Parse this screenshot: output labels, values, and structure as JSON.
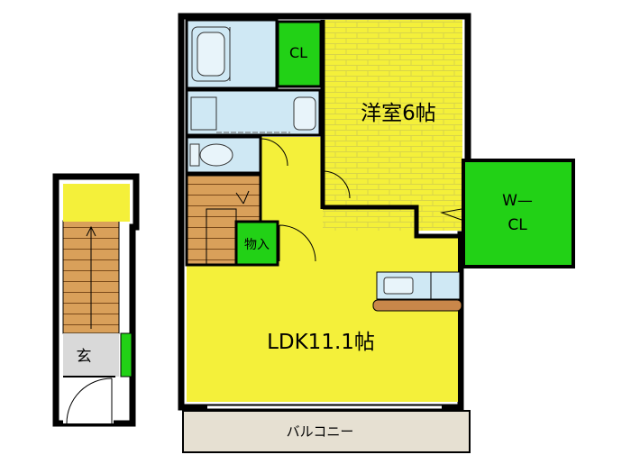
{
  "rooms": {
    "western_room": "洋室6帖",
    "closet": "CL",
    "walk_in_closet_top": "W—",
    "walk_in_closet_bottom": "CL",
    "storage": "物入",
    "ldk": "LDK11.1帖",
    "entrance": "玄",
    "balcony": "バルコニー"
  },
  "colors": {
    "western_room": "#f4f03a",
    "ldk": "#f4f03a",
    "closet": "#22d116",
    "stairs": "#d9a05a",
    "wet_area": "#cfe8f4",
    "entrance": "#d9d9d9",
    "balcony": "#e6e0d2",
    "counter": "#c9874a",
    "wall": "#000000"
  },
  "icons": [
    "bathtub-icon",
    "washbasin-icon",
    "toilet-icon",
    "kitchen-sink-icon",
    "stair-arrow-icon"
  ]
}
